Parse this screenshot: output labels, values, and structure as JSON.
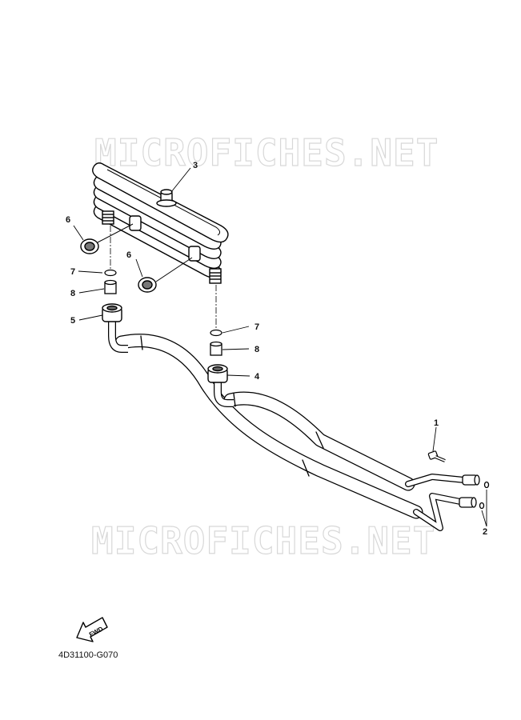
{
  "watermark": {
    "text": "MICROFICHES.NET"
  },
  "callouts": {
    "c1": "1",
    "c2": "2",
    "c3": "3",
    "c4": "4",
    "c5": "5",
    "c6a": "6",
    "c6b": "6",
    "c7a": "7",
    "c7b": "7",
    "c8a": "8",
    "c8b": "8"
  },
  "fwd_label": "FWD",
  "diagram_code": "4D31100-G070"
}
